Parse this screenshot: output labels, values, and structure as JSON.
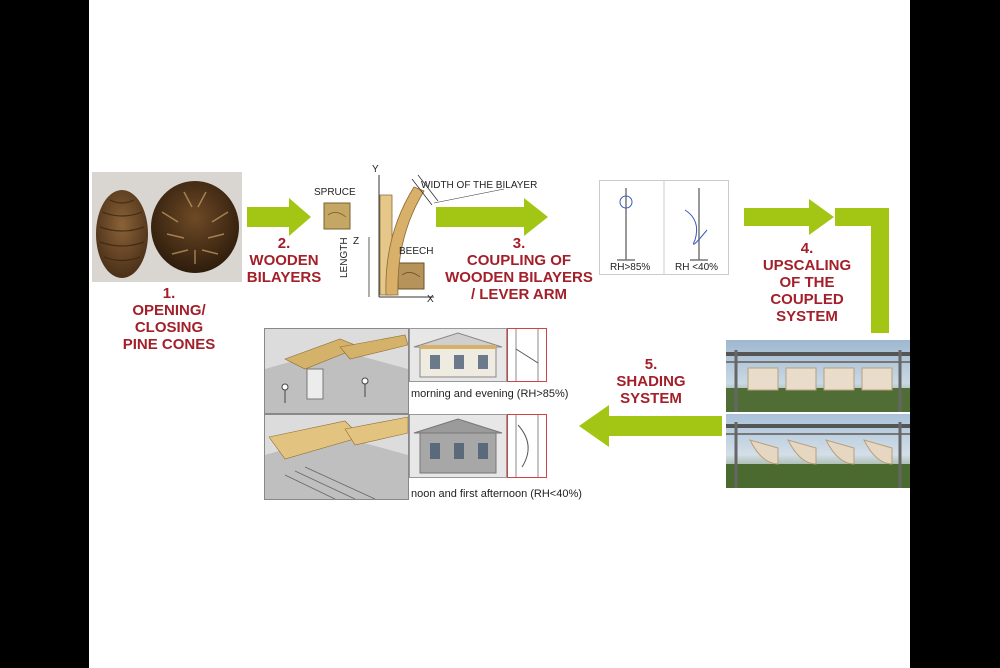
{
  "steps": {
    "s1": {
      "num": "1.",
      "lines": [
        "OPENING/",
        "CLOSING",
        "PINE CONES"
      ]
    },
    "s2": {
      "num": "2.",
      "lines": [
        "WOODEN",
        "BILAYERS"
      ]
    },
    "s3": {
      "num": "3.",
      "lines": [
        "COUPLING OF",
        "WOODEN BILAYERS",
        "/ LEVER ARM"
      ]
    },
    "s4": {
      "num": "4.",
      "lines": [
        "UPSCALING",
        "OF THE",
        "COUPLED",
        "SYSTEM"
      ]
    },
    "s5": {
      "num": "5.",
      "lines": [
        "SHADING",
        "SYSTEM"
      ]
    }
  },
  "bilayer_labels": {
    "spruce": "SPRUCE",
    "beech": "BEECH",
    "width": "WIDTH OF THE BILAYER",
    "length": "LENGTH",
    "axis_y": "Y",
    "axis_z": "Z",
    "axis_x": "X"
  },
  "lever_labels": {
    "humid": "RH>85%",
    "dry": "RH <40%"
  },
  "shading_captions": {
    "top": "morning and evening (RH>85%)",
    "bottom": "noon and first afternoon (RH<40%)"
  },
  "colors": {
    "arrow": "#a3c614",
    "step_text": "#a3202a"
  }
}
